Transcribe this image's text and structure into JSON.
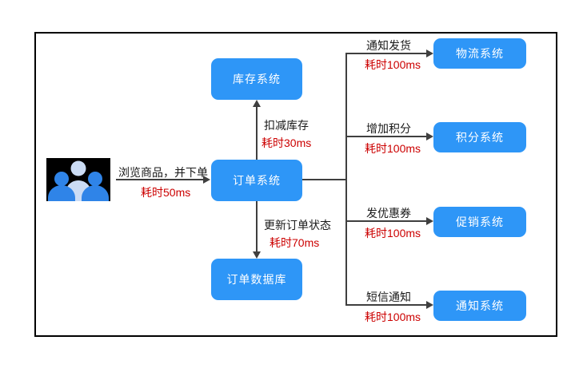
{
  "nodes": {
    "order": {
      "label": "订单系统"
    },
    "inventory": {
      "label": "库存系统"
    },
    "database": {
      "label": "订单数据库"
    },
    "logistics": {
      "label": "物流系统"
    },
    "points": {
      "label": "积分系统"
    },
    "promotion": {
      "label": "促销系统"
    },
    "notification": {
      "label": "通知系统"
    }
  },
  "edges": {
    "user_to_order": {
      "action": "浏览商品，并下单",
      "latency": "耗时50ms"
    },
    "order_to_inventory": {
      "action": "扣减库存",
      "latency": "耗时30ms"
    },
    "order_to_database": {
      "action": "更新订单状态",
      "latency": "耗时70ms"
    },
    "order_to_logistics": {
      "action": "通知发货",
      "latency": "耗时100ms"
    },
    "order_to_points": {
      "action": "增加积分",
      "latency": "耗时100ms"
    },
    "order_to_promotion": {
      "action": "发优惠券",
      "latency": "耗时100ms"
    },
    "order_to_notification": {
      "action": "短信通知",
      "latency": "耗时100ms"
    }
  },
  "icons": {
    "users": "users-icon"
  },
  "colors": {
    "node_fill": "#2E96F7",
    "latency_text": "#CC0000",
    "action_text": "#1a1a1a",
    "line": "#3f3f3f",
    "border": "#000000",
    "icon_bg": "#000000",
    "icon_person_front": "#2F84E8",
    "icon_person_back": "#CBDCF5"
  }
}
